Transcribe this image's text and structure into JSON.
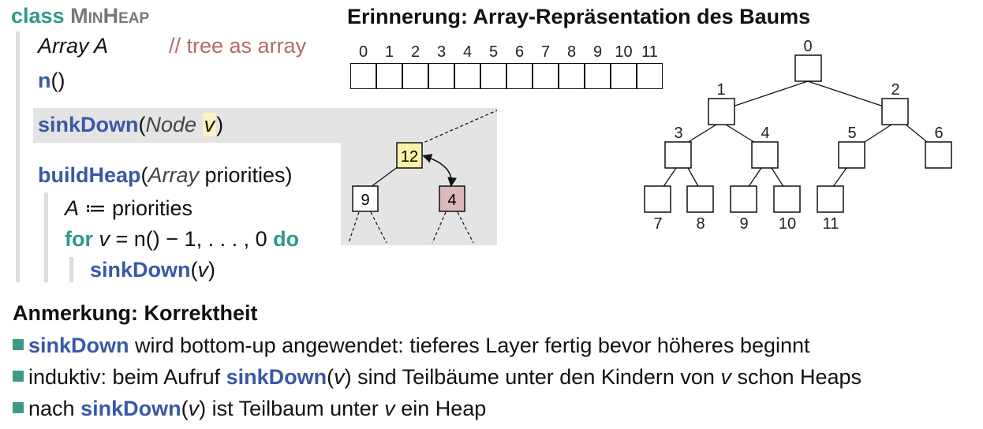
{
  "code": {
    "class_kw": "class",
    "class_name": "MinHeap",
    "field_type": "Array A",
    "field_comment": "// tree as array",
    "n_name": "n",
    "n_parens": "()",
    "sink_name": "sinkDown",
    "sink_open": "(",
    "sink_param_type": "Node",
    "sink_param": "v",
    "sink_close": ")",
    "build_name": "buildHeap",
    "build_open": "(",
    "build_param_type": "Array",
    "build_param": " priorities)",
    "assign_var": "A",
    "assign_rest": " ≔ priorities",
    "for_kw": "for",
    "for_expr_v": "v",
    "for_expr": " = n() − 1, . . . , 0 ",
    "do_kw": "do",
    "call_name": "sinkDown",
    "call_open": "(",
    "call_arg": "v",
    "call_close": ")"
  },
  "example": {
    "root": "12",
    "left": "9",
    "right": "4",
    "colors": {
      "root_fill": "#fbf2a9",
      "right_fill": "#dbb9b9",
      "panel_bg": "#e4e4e4"
    }
  },
  "reminder_title": "Erinnerung: Array-Repräsentation des Baums",
  "array_indices": [
    "0",
    "1",
    "2",
    "3",
    "4",
    "5",
    "6",
    "7",
    "8",
    "9",
    "10",
    "11"
  ],
  "tree_labels": [
    "0",
    "1",
    "2",
    "3",
    "4",
    "5",
    "6",
    "7",
    "8",
    "9",
    "10",
    "11"
  ],
  "notes": {
    "title": "Anmerkung: Korrektheit",
    "b1_name": "sinkDown",
    "b1_rest": " wird bottom-up angewendet: tieferes Layer fertig bevor höheres beginnt",
    "b2_pre": "induktiv: beim Aufruf ",
    "b2_name": "sinkDown",
    "b2_open": "(",
    "b2_v": "v",
    "b2_mid": ") sind Teilbäume unter den Kindern von ",
    "b2_v2": "v",
    "b2_post": " schon Heaps",
    "b3_pre": "nach ",
    "b3_name": "sinkDown",
    "b3_open": "(",
    "b3_v": "v",
    "b3_mid": ") ist Teilbaum unter ",
    "b3_v2": "v",
    "b3_post": " ein Heap"
  }
}
